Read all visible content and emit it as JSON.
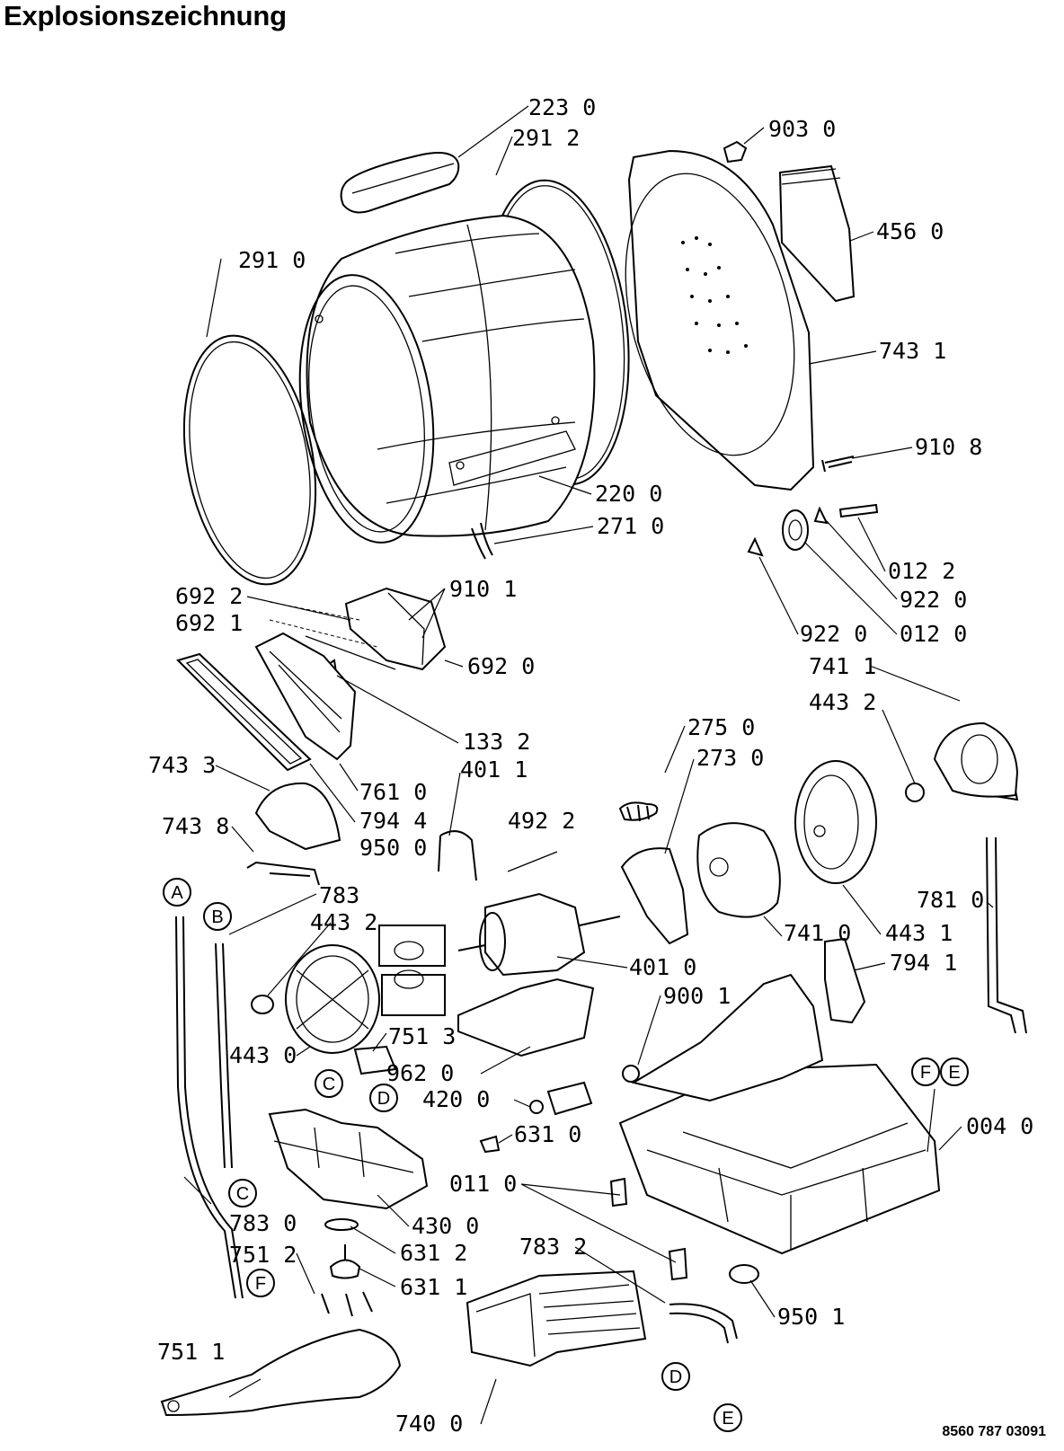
{
  "title": "Explosionszeichnung",
  "doc_number": "8560 787 03091",
  "part_labels": [
    "223 0",
    "291 2",
    "903 0",
    "456 0",
    "291 0",
    "743 1",
    "910 8",
    "220 0",
    "271 0",
    "012 2",
    "922 0",
    "692 2",
    "910 1",
    "692 1",
    "922 0",
    "012 0",
    "692 0",
    "741 1",
    "443 2",
    "133 2",
    "275 0",
    "273 0",
    "743 3",
    "761 0",
    "401 1",
    "794 4",
    "492 2",
    "743 8",
    "950 0",
    "783",
    "443 2",
    "781 0",
    "443 1",
    "741 0",
    "401 0",
    "794 1",
    "900 1",
    "751 3",
    "443 0",
    "962 0",
    "420 0",
    "004 0",
    "631 0",
    "011 0",
    "783 0",
    "430 0",
    "783 2",
    "751 2",
    "631 2",
    "631 1",
    "950 1",
    "751 1",
    "740 0"
  ],
  "connectors": [
    "A",
    "B",
    "C",
    "D",
    "C",
    "F",
    "E",
    "D",
    "E",
    "F"
  ],
  "colors": {
    "ink": "#000000",
    "paper": "#ffffff"
  }
}
